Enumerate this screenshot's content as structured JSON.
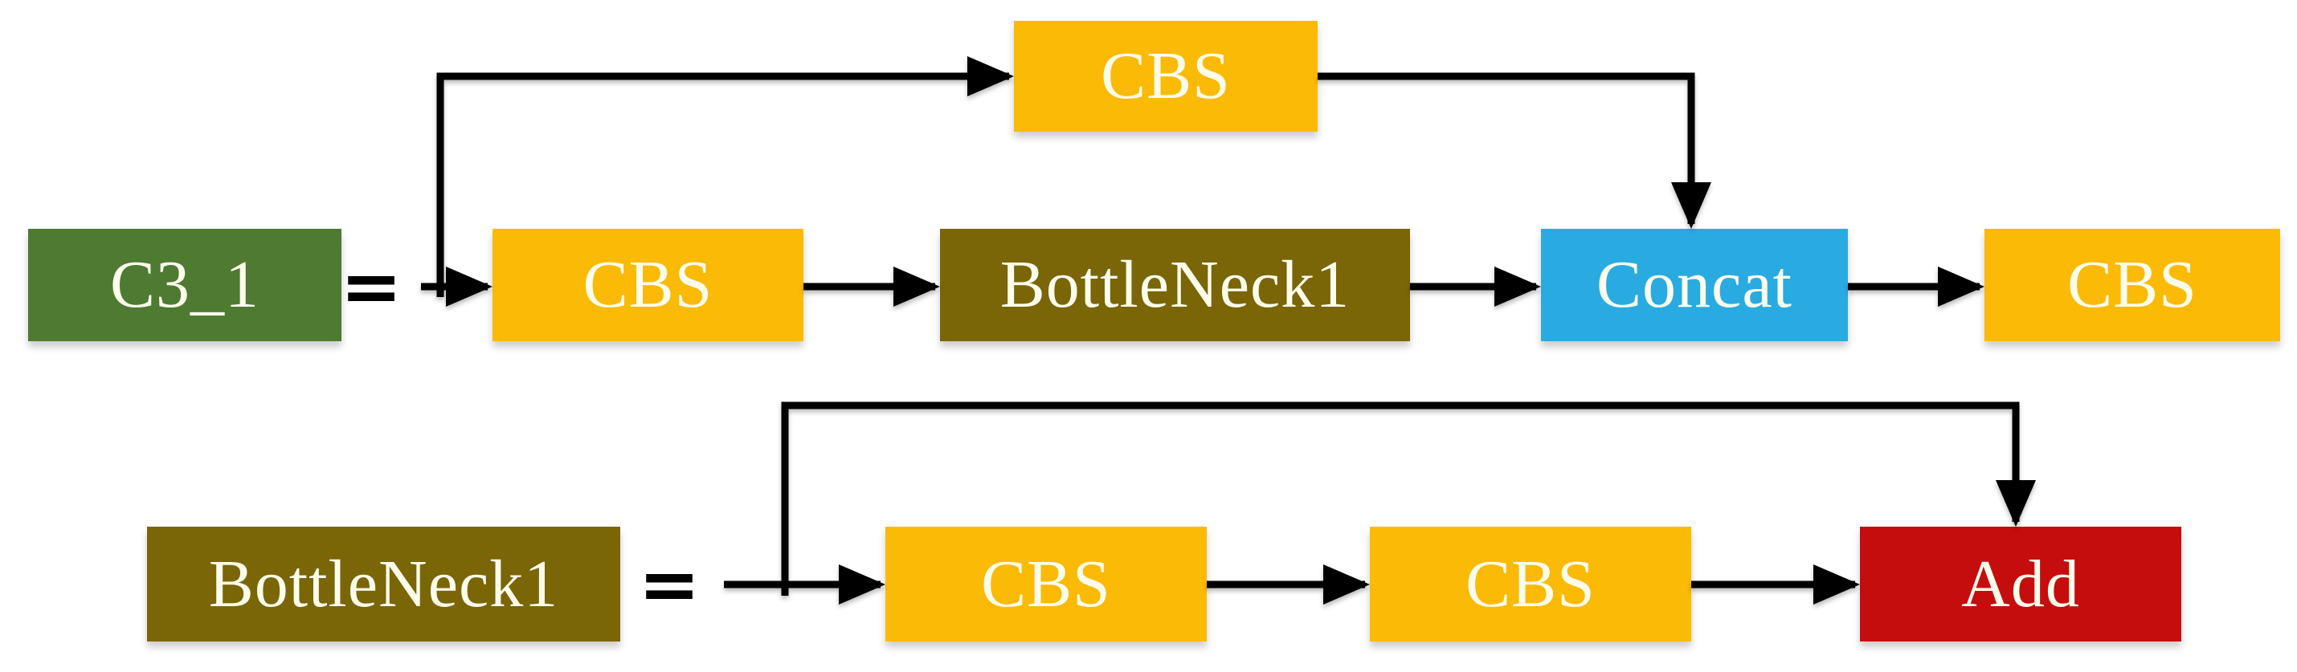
{
  "diagram": {
    "row1": {
      "module": {
        "label": "C3_1"
      },
      "equals": "=",
      "branch_node": {
        "label": "CBS"
      },
      "flow_nodes": [
        {
          "label": "CBS"
        },
        {
          "label": "BottleNeck1"
        },
        {
          "label": "Concat"
        },
        {
          "label": "CBS"
        }
      ]
    },
    "row2": {
      "module": {
        "label": "BottleNeck1"
      },
      "equals": "=",
      "flow_nodes": [
        {
          "label": "CBS"
        },
        {
          "label": "CBS"
        },
        {
          "label": "Add"
        }
      ]
    },
    "colors": {
      "module_green": "#4e7a32",
      "cbs_yellow": "#fbba06",
      "bottleneck_olive": "#7a6507",
      "concat_blue": "#29abe2",
      "add_red": "#c60d0e",
      "connector_black": "#000000",
      "label_text": "#fdfdec",
      "background": "#ffffff"
    }
  }
}
